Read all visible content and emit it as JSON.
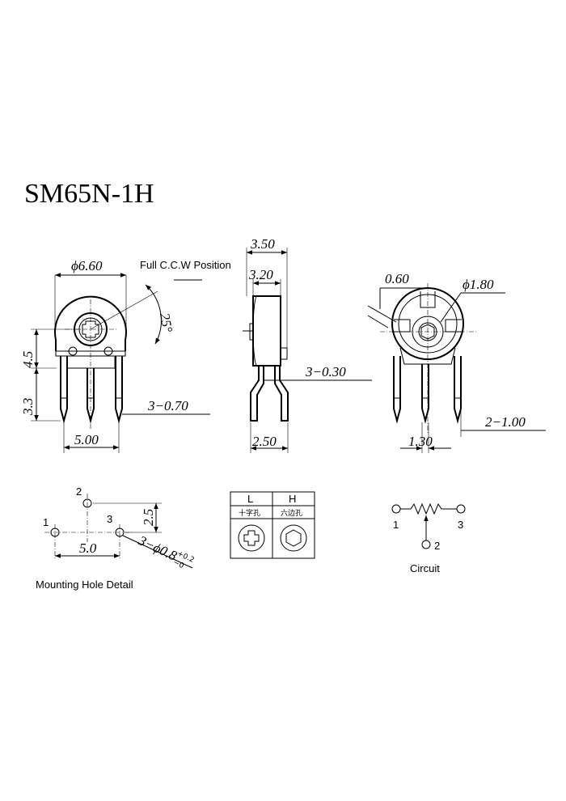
{
  "title": "SM65N-1H",
  "front": {
    "dia": "ϕ6.60",
    "ccw_label": "Full C.C.W Position",
    "angle": "25°",
    "h1": "4.5",
    "h2": "3.3",
    "pin_w": "3−0.70",
    "pitch": "5.00"
  },
  "side": {
    "w1": "3.50",
    "w2": "3.20",
    "thk": "3−0.30",
    "w3": "2.50"
  },
  "back": {
    "w": "0.60",
    "dia": "ϕ1.80",
    "w2": "1.30",
    "w3": "2−1.00"
  },
  "mount": {
    "p1": "1",
    "p2": "2",
    "p3": "3",
    "v": "2.5",
    "h": "5.0",
    "holes": "3−ϕ0.8",
    "tol_plus": "+0.2",
    "tol_minus": "−0",
    "caption": "Mounting Hole Detail"
  },
  "table": {
    "col_l": "L",
    "col_h": "H",
    "desc_l": "十字孔",
    "desc_h": "六边孔"
  },
  "circuit": {
    "p1": "1",
    "p2": "2",
    "p3": "3",
    "caption": "Circuit"
  }
}
